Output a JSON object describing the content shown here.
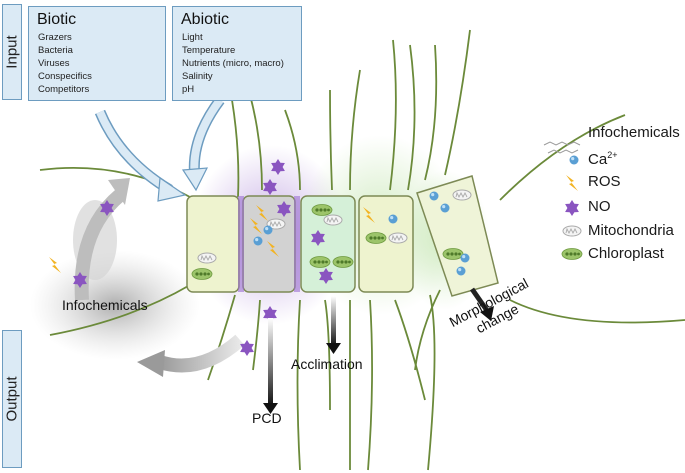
{
  "input_label": "Input",
  "output_label": "Output",
  "biotic": {
    "title": "Biotic",
    "items": [
      "Grazers",
      "Bacteria",
      "Viruses",
      "Conspecifics",
      "Competitors"
    ]
  },
  "abiotic": {
    "title": "Abiotic",
    "items": [
      "Light",
      "Temperature",
      "Nutrients (micro, macro)",
      "Salinity",
      "pH"
    ]
  },
  "legend": {
    "items": [
      {
        "icon": "infochemical-molecule-icon",
        "label": "Infochemicals"
      },
      {
        "icon": "calcium-ion-icon",
        "label": "Ca",
        "sup": "2+"
      },
      {
        "icon": "ros-lightning-icon",
        "label": "ROS"
      },
      {
        "icon": "no-star-icon",
        "label": "NO"
      },
      {
        "icon": "mitochondria-icon",
        "label": "Mitochondria"
      },
      {
        "icon": "chloroplast-icon",
        "label": "Chloroplast"
      }
    ]
  },
  "labels": {
    "infochemicals_cloud": "Infochemicals",
    "acclimation": "Acclimation",
    "pcd": "PCD",
    "morphological_line1": "Morphological",
    "morphological_line2": "change"
  },
  "colors": {
    "box_fill": "#dbeaf5",
    "box_border": "#6d9cc0",
    "cell_fill": "#eef3cf",
    "cell_border": "#7d8a55",
    "fiber": "#6b8a3a",
    "no_purple": "#8a55c0",
    "ca_blue": "#5a9fd4",
    "ros_yellow": "#f2b322",
    "chloroplast_green": "#7aa84a"
  }
}
